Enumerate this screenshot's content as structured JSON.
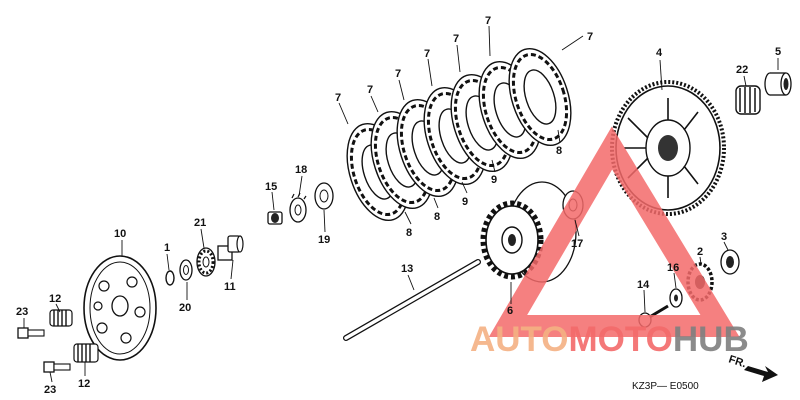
{
  "callouts": {
    "c1": "1",
    "c2": "2",
    "c3": "3",
    "c4": "4",
    "c5": "5",
    "c6": "6",
    "c7": "7",
    "c8": "8",
    "c9": "9",
    "c10": "10",
    "c11": "11",
    "c12": "12",
    "c13": "13",
    "c14": "14",
    "c15": "15",
    "c16": "16",
    "c17": "17",
    "c18": "18",
    "c19": "19",
    "c20": "20",
    "c21": "21",
    "c22": "22",
    "c23": "23"
  },
  "diagram_code": "KZ3P— E0500",
  "direction_label": "FR.",
  "watermark": {
    "part1": "AUTO",
    "part2": "MOTO",
    "part3": "HUB",
    "colors": {
      "orange": "#f4b183",
      "red": "#f36a6a",
      "gray": "#7f7f7f",
      "triangle": "#f36a6a"
    }
  }
}
